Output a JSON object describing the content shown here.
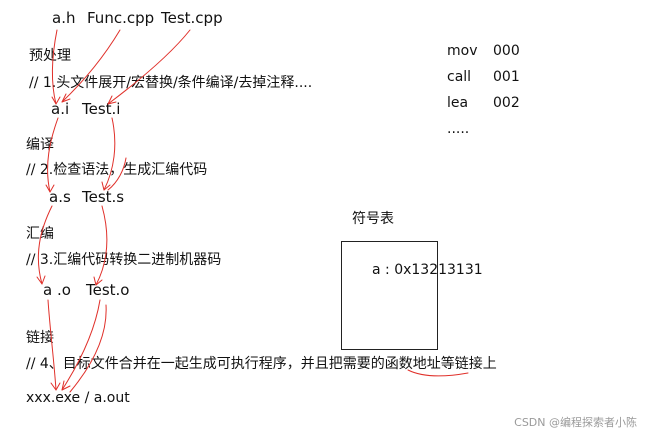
{
  "files": {
    "header": "a.h",
    "func_cpp": "Func.cpp",
    "test_cpp": "Test.cpp"
  },
  "stages": [
    {
      "title": "预处理",
      "comment": "// 1.头文件展开/宏替换/条件编译/去掉注释....",
      "out_a": "a.i",
      "out_test": "Test.i"
    },
    {
      "title": "编译",
      "comment": "// 2.检查语法，生成汇编代码",
      "out_a": "a.s",
      "out_test": "Test.s"
    },
    {
      "title": "汇编",
      "comment": "// 3.汇编代码转换二进制机器码",
      "out_a": "a .o",
      "out_test": "Test.o"
    },
    {
      "title": "链接",
      "comment_prefix": "// 4、目标文件合并在一起生成可执行程序，并且把需要的",
      "comment_underlined": "函数地址",
      "comment_suffix": "等链接上"
    }
  ],
  "final_output": "xxx.exe / a.out",
  "opcodes": [
    {
      "op": "mov",
      "code": "000"
    },
    {
      "op": "call",
      "code": "001"
    },
    {
      "op": "lea",
      "code": "002"
    }
  ],
  "opcodes_more": ".....",
  "symbol_table": {
    "title": "符号表",
    "entry": "a : 0x13213131"
  },
  "watermark": "CSDN @编程探索者小陈",
  "colors": {
    "annotation": "#e0302a",
    "text": "#111111",
    "watermark": "#9a9a9a"
  }
}
